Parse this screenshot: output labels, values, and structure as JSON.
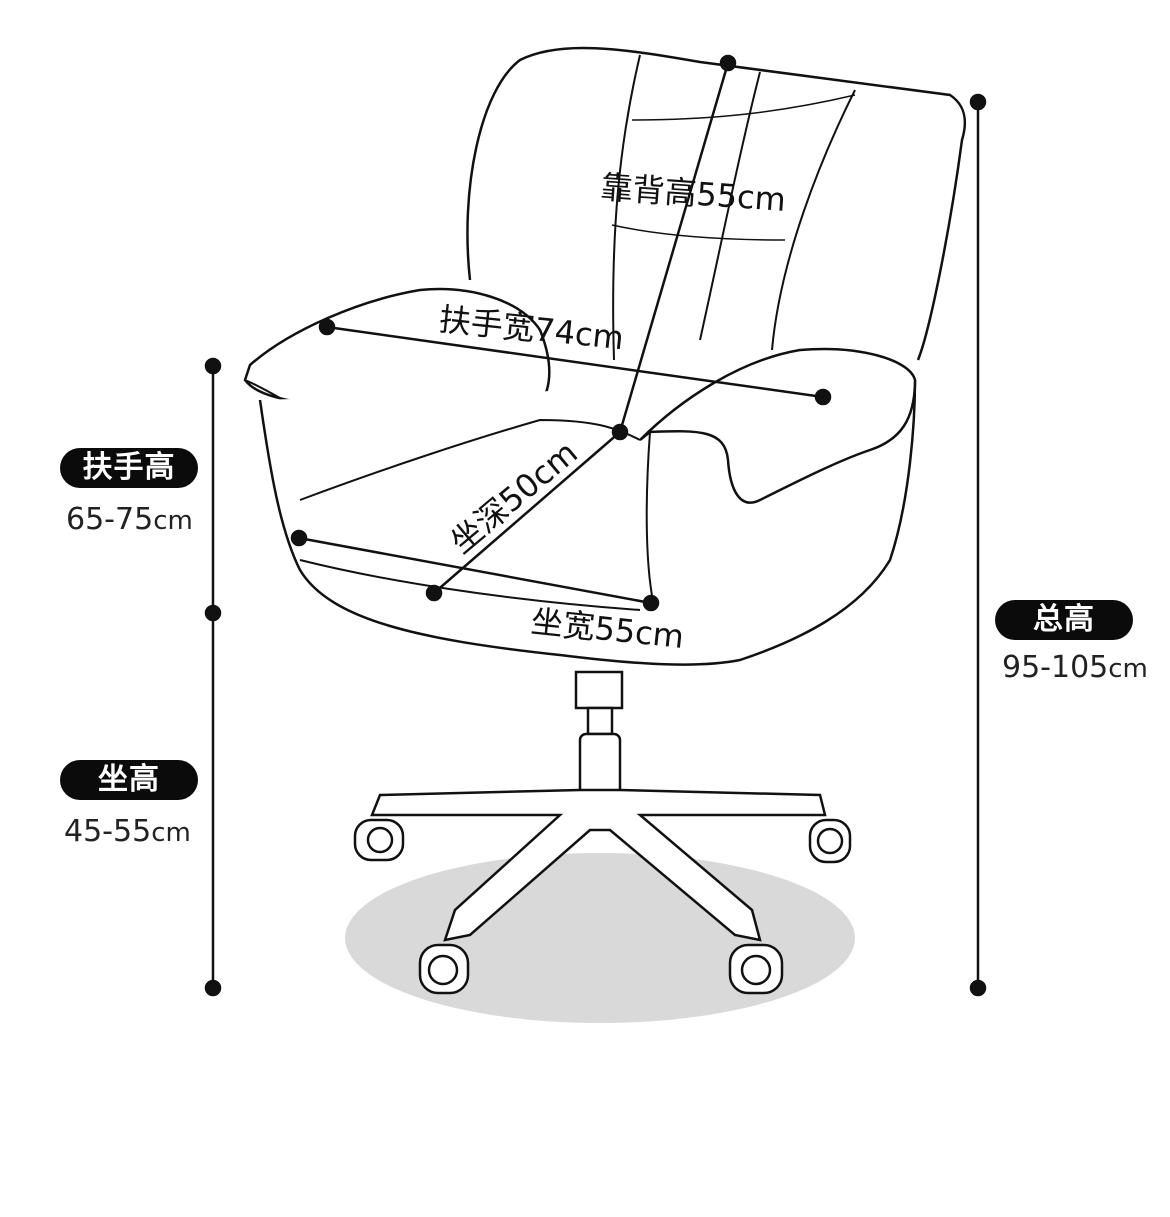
{
  "labels": {
    "backrest_height": "靠背高55cm",
    "armrest_width": "扶手宽74cm",
    "seat_depth": "坐深50cm",
    "seat_width": "坐宽55cm"
  },
  "left_specs": [
    {
      "badge": "扶手高",
      "value": "65-75",
      "unit": "cm"
    },
    {
      "badge": "坐高",
      "value": "45-55",
      "unit": "cm"
    }
  ],
  "right_spec": {
    "badge": "总高",
    "value": "95-105",
    "unit": "cm"
  },
  "colors": {
    "line": "#111111",
    "floor_shadow": "#d9d9d9",
    "badge_bg": "#0b0b0b",
    "badge_text": "#ffffff"
  }
}
